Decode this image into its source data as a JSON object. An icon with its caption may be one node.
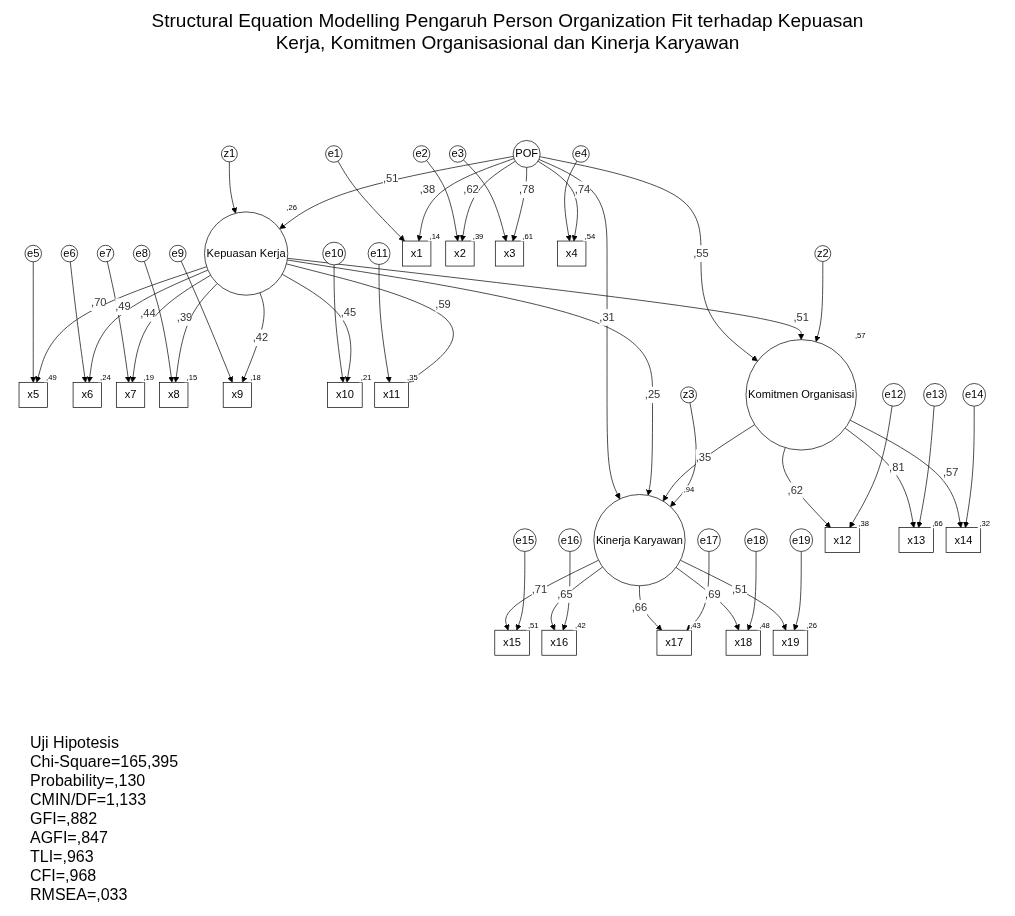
{
  "diagram": {
    "title": "Structural Equation Modelling Pengaruh Person Organization Fit terhadap Kepuasan Kerja, Komitmen Organisasional dan Kinerja Karyawan",
    "nodes": [
      {
        "text": [
          "e5"
        ]
      },
      {
        "text": [
          "e6"
        ]
      },
      {
        "text": [
          "e7"
        ]
      },
      {
        "text": [
          "e8"
        ]
      },
      {
        "text": [
          "e9"
        ]
      },
      {
        "text": [
          "e10"
        ]
      },
      {
        "text": [
          "e11"
        ]
      },
      {
        "text": [
          "x5"
        ],
        "beside": [
          ",49"
        ]
      },
      {
        "text": [
          "x6"
        ],
        "beside": [
          ",24"
        ]
      },
      {
        "text": [
          "x7"
        ],
        "beside": [
          ",19"
        ]
      },
      {
        "text": [
          "x8"
        ],
        "beside": [
          ",15"
        ]
      },
      {
        "text": [
          "x9"
        ],
        "beside": [
          ",18"
        ]
      },
      {
        "text": [
          "x10"
        ],
        "beside": [
          ",21"
        ]
      },
      {
        "text": [
          "x11"
        ],
        "beside": [
          ",35"
        ]
      },
      {
        "text": [
          "Kepuasan Kerja"
        ],
        "beside": [
          ",26"
        ]
      },
      {
        "text": [
          "z1"
        ]
      },
      {
        "text": [
          "z3"
        ]
      },
      {
        "text": [
          "e1"
        ]
      },
      {
        "text": [
          "e2"
        ]
      },
      {
        "text": [
          "e3"
        ]
      },
      {
        "text": [
          "e4"
        ]
      },
      {
        "text": [
          "x1"
        ],
        "beside": [
          ",14"
        ]
      },
      {
        "text": [
          "x2"
        ],
        "beside": [
          ",39"
        ]
      },
      {
        "text": [
          "x3"
        ],
        "beside": [
          ",61"
        ]
      },
      {
        "text": [
          "x4"
        ],
        "beside": [
          ",54"
        ]
      },
      {
        "text": [
          "POF"
        ]
      },
      {
        "text": [
          "Kinerja Karyawan"
        ],
        "beside": [
          ",94"
        ]
      },
      {
        "text": [
          "x15"
        ],
        "beside": [
          ",51"
        ]
      },
      {
        "text": [
          "x16"
        ],
        "beside": [
          ",42"
        ]
      },
      {
        "text": [
          "x17"
        ],
        "beside": [
          ",43"
        ]
      },
      {
        "text": [
          "x18"
        ],
        "beside": [
          ",48"
        ]
      },
      {
        "text": [
          "x19"
        ],
        "beside": [
          ",26"
        ]
      },
      {
        "text": [
          "e15"
        ]
      },
      {
        "text": [
          "e16"
        ]
      },
      {
        "text": [
          "e17"
        ]
      },
      {
        "text": [
          "e18"
        ]
      },
      {
        "text": [
          "e19"
        ]
      },
      {
        "text": [
          "Komitmen Organisasi"
        ],
        "beside": [
          ",57"
        ]
      },
      {
        "text": [
          "z2"
        ]
      },
      {
        "text": [
          "x12"
        ],
        "beside": [
          ",38"
        ]
      },
      {
        "text": [
          "x13"
        ],
        "beside": [
          ",66"
        ]
      },
      {
        "text": [
          "x14"
        ],
        "beside": [
          ",32"
        ]
      },
      {
        "text": [
          "e12"
        ]
      },
      {
        "text": [
          "e13"
        ]
      },
      {
        "text": [
          "e14"
        ]
      }
    ],
    "edges": [
      {
        "from": 0,
        "to": 7,
        "arrow": "to"
      },
      {
        "from": 1,
        "to": 8,
        "arrow": "to"
      },
      {
        "from": 2,
        "to": 9,
        "arrow": "to"
      },
      {
        "from": 3,
        "to": 10,
        "arrow": "to"
      },
      {
        "from": 4,
        "to": 11,
        "arrow": "to"
      },
      {
        "from": 5,
        "to": 12,
        "arrow": "to"
      },
      {
        "from": 6,
        "to": 13,
        "arrow": "to"
      },
      {
        "from": 14,
        "to": 7,
        "arrow": "to",
        "label": ",70"
      },
      {
        "from": 14,
        "to": 8,
        "arrow": "to",
        "label": ",49"
      },
      {
        "from": 14,
        "to": 9,
        "arrow": "to",
        "label": ",44"
      },
      {
        "from": 14,
        "to": 10,
        "arrow": "to",
        "label": ",39"
      },
      {
        "from": 14,
        "to": 11,
        "arrow": "to",
        "label": ",42"
      },
      {
        "from": 14,
        "to": 12,
        "arrow": "to",
        "label": ",45"
      },
      {
        "from": 14,
        "to": 13,
        "arrow": "to",
        "label": ",59"
      },
      {
        "from": 15,
        "to": 14,
        "arrow": "to"
      },
      {
        "from": 17,
        "to": 21,
        "arrow": "to"
      },
      {
        "from": 18,
        "to": 22,
        "arrow": "to"
      },
      {
        "from": 19,
        "to": 23,
        "arrow": "to"
      },
      {
        "from": 20,
        "to": 24,
        "arrow": "to"
      },
      {
        "from": 25,
        "to": 21,
        "arrow": "to",
        "label": ",38"
      },
      {
        "from": 25,
        "to": 22,
        "arrow": "to",
        "label": ",62"
      },
      {
        "from": 25,
        "to": 23,
        "arrow": "to",
        "label": ",78"
      },
      {
        "from": 25,
        "to": 24,
        "arrow": "to",
        "label": ",74"
      },
      {
        "from": 25,
        "to": 14,
        "arrow": "to",
        "label": ",51"
      },
      {
        "from": 25,
        "to": 26,
        "arrow": "to",
        "label": ",31"
      },
      {
        "from": 25,
        "to": 37,
        "arrow": "to",
        "label": ",55"
      },
      {
        "from": 14,
        "to": 26,
        "arrow": "to",
        "label": ",25"
      },
      {
        "from": 14,
        "to": 37,
        "arrow": "to",
        "label": ",51"
      },
      {
        "from": 37,
        "to": 26,
        "arrow": "to",
        "label": ",35"
      },
      {
        "from": 16,
        "to": 26,
        "arrow": "to"
      },
      {
        "from": 26,
        "to": 27,
        "arrow": "to",
        "label": ",71"
      },
      {
        "from": 26,
        "to": 28,
        "arrow": "to",
        "label": ",65"
      },
      {
        "from": 26,
        "to": 29,
        "arrow": "to",
        "label": ",66"
      },
      {
        "from": 26,
        "to": 30,
        "arrow": "to",
        "label": ",69"
      },
      {
        "from": 26,
        "to": 31,
        "arrow": "to",
        "label": ",51"
      },
      {
        "from": 32,
        "to": 27,
        "arrow": "to"
      },
      {
        "from": 33,
        "to": 28,
        "arrow": "to"
      },
      {
        "from": 34,
        "to": 29,
        "arrow": "to"
      },
      {
        "from": 35,
        "to": 30,
        "arrow": "to"
      },
      {
        "from": 36,
        "to": 31,
        "arrow": "to"
      },
      {
        "from": 38,
        "to": 37,
        "arrow": "to"
      },
      {
        "from": 37,
        "to": 39,
        "arrow": "to",
        "label": ",62"
      },
      {
        "from": 37,
        "to": 40,
        "arrow": "to",
        "label": ",81"
      },
      {
        "from": 37,
        "to": 41,
        "arrow": "to",
        "label": ",57"
      },
      {
        "from": 42,
        "to": 39,
        "arrow": "to"
      },
      {
        "from": 43,
        "to": 40,
        "arrow": "to"
      },
      {
        "from": 44,
        "to": 41,
        "arrow": "to"
      }
    ],
    "labels": [
      "Uji Hipotesis",
      "Chi-Square=165,395",
      "Probability=,130",
      "CMIN/DF=1,133",
      "GFI=,882",
      "AGFI=,847",
      "TLI=,963",
      "CFI=,968",
      "RMSEA=,033"
    ]
  }
}
